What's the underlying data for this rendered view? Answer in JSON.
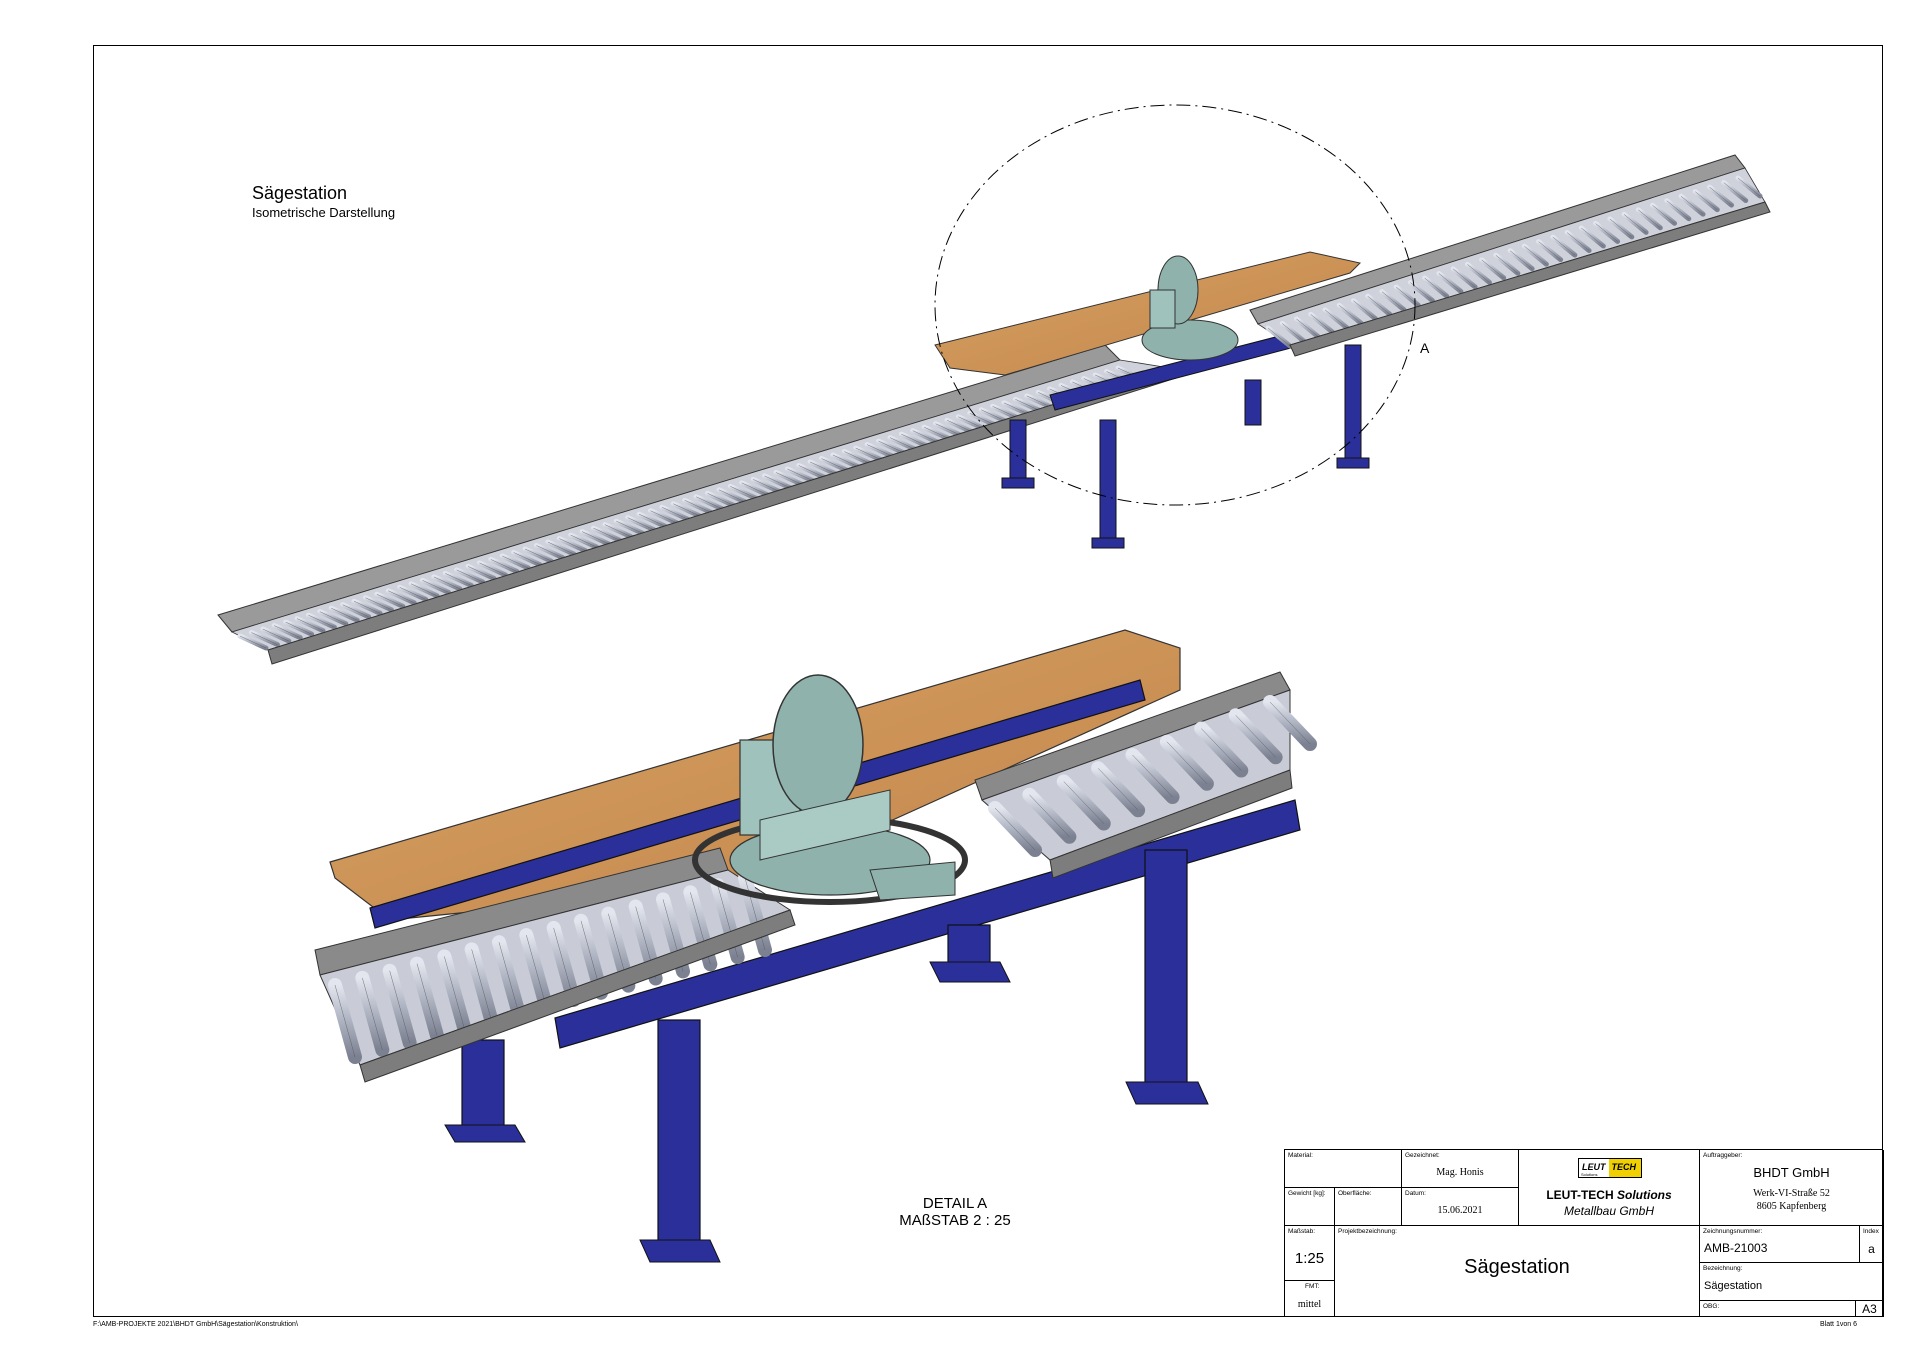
{
  "drawing": {
    "title": "Sägestation",
    "subtitle": "Isometrische Darstellung",
    "detail_marker": "A",
    "detail_title": "DETAIL A",
    "detail_scale": "MAßSTAB 2 : 25",
    "file_path": "F:\\AMB-PROJEKTE 2021\\BHDT GmbH\\Sägestation\\Konstruktion\\",
    "sheet_info": "Blatt 1von 6"
  },
  "title_block": {
    "material_label": "Material:",
    "material_value": "",
    "drawn_by_label": "Gezeichnet:",
    "drawn_by_value": "Mag. Honis",
    "weight_label": "Gewicht [kg]:",
    "surface_label": "Oberfläche:",
    "date_label": "Datum:",
    "date_value": "15.06.2021",
    "scale_label": "Maßstab:",
    "scale_value": "1:25",
    "format_label": "FMT:",
    "format_value": "mittel",
    "project_label": "Projektbezeichnung:",
    "project_value": "Sägestation",
    "logo_left": "LEUT",
    "logo_right": "TECH",
    "logo_small": "Solutions",
    "company_line1_a": "LEUT-TECH",
    "company_line1_b": "Solutions",
    "company_line2": "Metallbau GmbH",
    "client_label": "Auftraggeber:",
    "client_name": "BHDT GmbH",
    "client_street": "Werk-VI-Straße 52",
    "client_city": "8605 Kapfenberg",
    "drawing_no_label": "Zeichnungsnummer:",
    "drawing_no_value": "AMB-21003",
    "index_label": "Index",
    "index_value": "a",
    "designation_label": "Bezeichnung:",
    "designation_value": "Sägestation",
    "obg_label": "OBG:",
    "sheet_size": "A3"
  },
  "colors": {
    "wood": "#c98d4e",
    "steel_blue": "#2a2f9a",
    "rail_grey": "#8a8a8a",
    "roller": "#b8bcc8",
    "saw": "#8fb3ac"
  }
}
